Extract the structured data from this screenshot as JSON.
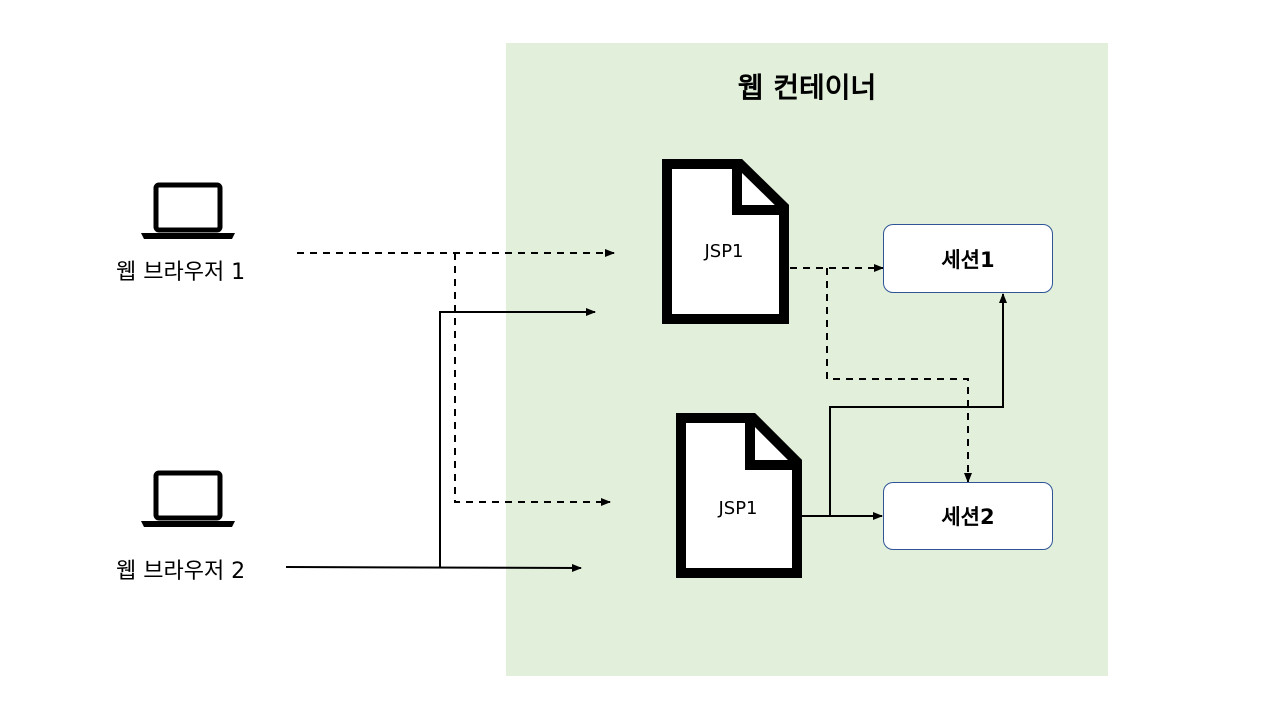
{
  "container": {
    "title": "웹 컨테이너",
    "background_color": "#e2efda"
  },
  "browsers": [
    {
      "label": "웹 브라우저 1",
      "icon": "laptop-icon"
    },
    {
      "label": "웹 브라우저 2",
      "icon": "laptop-icon"
    }
  ],
  "jsps": [
    {
      "label": "JSP1",
      "icon": "document-icon"
    },
    {
      "label": "JSP1",
      "icon": "document-icon"
    }
  ],
  "sessions": [
    {
      "label": "세션1",
      "border_color": "#2f5597"
    },
    {
      "label": "세션2",
      "border_color": "#2f5597"
    }
  ]
}
